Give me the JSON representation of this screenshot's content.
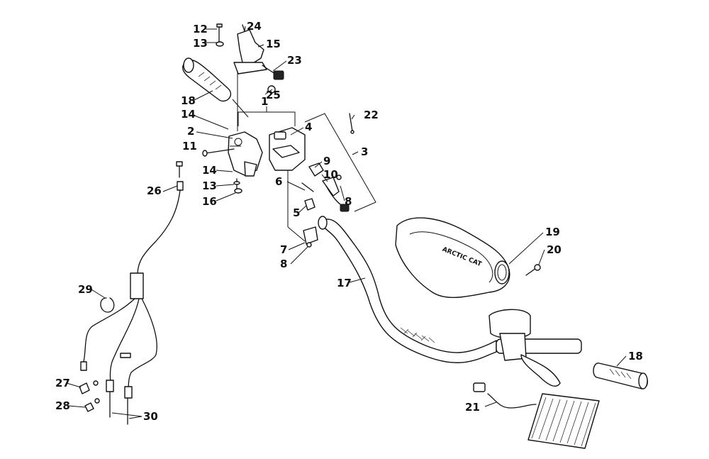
{
  "callouts": [
    {
      "id": "c12",
      "text": "12"
    },
    {
      "id": "c13a",
      "text": "13"
    },
    {
      "id": "c24",
      "text": "24"
    },
    {
      "id": "c15",
      "text": "15"
    },
    {
      "id": "c23",
      "text": "23"
    },
    {
      "id": "c25",
      "text": "25"
    },
    {
      "id": "c18a",
      "text": "18"
    },
    {
      "id": "c1",
      "text": "1"
    },
    {
      "id": "c14a",
      "text": "14"
    },
    {
      "id": "c2",
      "text": "2"
    },
    {
      "id": "c4",
      "text": "4"
    },
    {
      "id": "c22",
      "text": "22"
    },
    {
      "id": "c3",
      "text": "3"
    },
    {
      "id": "c11",
      "text": "11"
    },
    {
      "id": "c9",
      "text": "9"
    },
    {
      "id": "c10",
      "text": "10"
    },
    {
      "id": "c14b",
      "text": "14"
    },
    {
      "id": "c6",
      "text": "6"
    },
    {
      "id": "c13b",
      "text": "13"
    },
    {
      "id": "c26",
      "text": "26"
    },
    {
      "id": "c16",
      "text": "16"
    },
    {
      "id": "c8a",
      "text": "8"
    },
    {
      "id": "c5",
      "text": "5"
    },
    {
      "id": "c19",
      "text": "19"
    },
    {
      "id": "c20",
      "text": "20"
    },
    {
      "id": "c7",
      "text": "7"
    },
    {
      "id": "c8b",
      "text": "8"
    },
    {
      "id": "c17",
      "text": "17"
    },
    {
      "id": "c29",
      "text": "29"
    },
    {
      "id": "c18b",
      "text": "18"
    },
    {
      "id": "c27",
      "text": "27"
    },
    {
      "id": "c21",
      "text": "21"
    },
    {
      "id": "c28",
      "text": "28"
    },
    {
      "id": "c30",
      "text": "30"
    }
  ],
  "hand_guard_logo": "ARCTIC CAT"
}
